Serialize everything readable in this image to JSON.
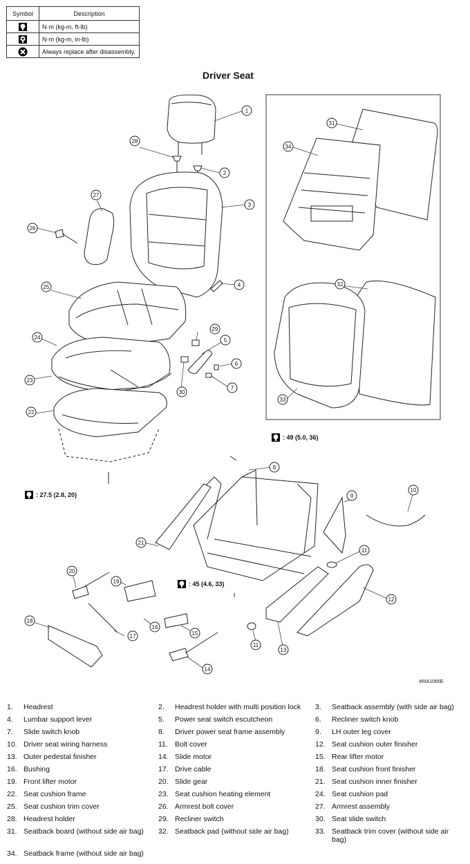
{
  "legend": {
    "headers": {
      "symbol": "Symbol",
      "description": "Description"
    },
    "rows": [
      {
        "icon": "torque-wrench-icon",
        "text": "N·m (kg-m, ft-lb)"
      },
      {
        "icon": "torque-wrench-small-icon",
        "text": "N·m (kg-m, in-lb)"
      },
      {
        "icon": "replace-x-icon",
        "text": "Always replace after disassembly."
      }
    ]
  },
  "title": "Driver Seat",
  "torque_specs": [
    ": 49 (5.0, 36)",
    ": 27.5 (2.8, 20)",
    ": 45 (4.6, 33)"
  ],
  "callouts": [
    "1",
    "2",
    "3",
    "4",
    "5",
    "6",
    "7",
    "8",
    "9",
    "10",
    "11",
    "12",
    "13",
    "14",
    "15",
    "16",
    "17",
    "18",
    "19",
    "20",
    "21",
    "22",
    "23",
    "24",
    "25",
    "26",
    "27",
    "28",
    "29",
    "30",
    "31",
    "32",
    "33",
    "34",
    "11"
  ],
  "figure_id": "WIIA1065E",
  "parts": [
    {
      "num": "1.",
      "name": "Headrest"
    },
    {
      "num": "2.",
      "name": "Headrest holder with multi position lock"
    },
    {
      "num": "3.",
      "name": "Seatback assembly (with side air bag)"
    },
    {
      "num": "4.",
      "name": "Lumbar support lever"
    },
    {
      "num": "5.",
      "name": "Power seat switch escutcheon"
    },
    {
      "num": "6.",
      "name": "Recliner switch knob"
    },
    {
      "num": "7.",
      "name": "Slide switch knob"
    },
    {
      "num": "8.",
      "name": "Driver power seat frame assembly"
    },
    {
      "num": "9.",
      "name": "LH outer leg cover"
    },
    {
      "num": "10.",
      "name": "Driver seat wiring harness"
    },
    {
      "num": "11.",
      "name": "Bolt cover"
    },
    {
      "num": "12.",
      "name": "Seat cushion outer finisher"
    },
    {
      "num": "13.",
      "name": "Outer pedestal finisher"
    },
    {
      "num": "14.",
      "name": "Slide motor"
    },
    {
      "num": "15.",
      "name": "Rear lifter motor"
    },
    {
      "num": "16.",
      "name": "Bushing"
    },
    {
      "num": "17.",
      "name": "Drive cable"
    },
    {
      "num": "18.",
      "name": "Seat cushion front finisher"
    },
    {
      "num": "19.",
      "name": "Front lifter motor"
    },
    {
      "num": "20.",
      "name": "Slide gear"
    },
    {
      "num": "21.",
      "name": "Seat cushion inner finisher"
    },
    {
      "num": "22.",
      "name": "Seat cushion frame"
    },
    {
      "num": "23.",
      "name": "Seat cushion heating element"
    },
    {
      "num": "24.",
      "name": "Seat cushion pad"
    },
    {
      "num": "25.",
      "name": "Seat cushion trim cover"
    },
    {
      "num": "26.",
      "name": "Armrest bolt cover"
    },
    {
      "num": "27.",
      "name": "Armrest assembly"
    },
    {
      "num": "28.",
      "name": "Headrest holder"
    },
    {
      "num": "29.",
      "name": "Recliner switch"
    },
    {
      "num": "30.",
      "name": "Seat slide switch"
    },
    {
      "num": "31.",
      "name": "Seatback board (without side air bag)"
    },
    {
      "num": "32.",
      "name": "Seatback pad (without side air bag)"
    },
    {
      "num": "33.",
      "name": "Seatback trim cover (without side air bag)"
    },
    {
      "num": "34.",
      "name": "Seatback frame (without side air bag)"
    }
  ]
}
